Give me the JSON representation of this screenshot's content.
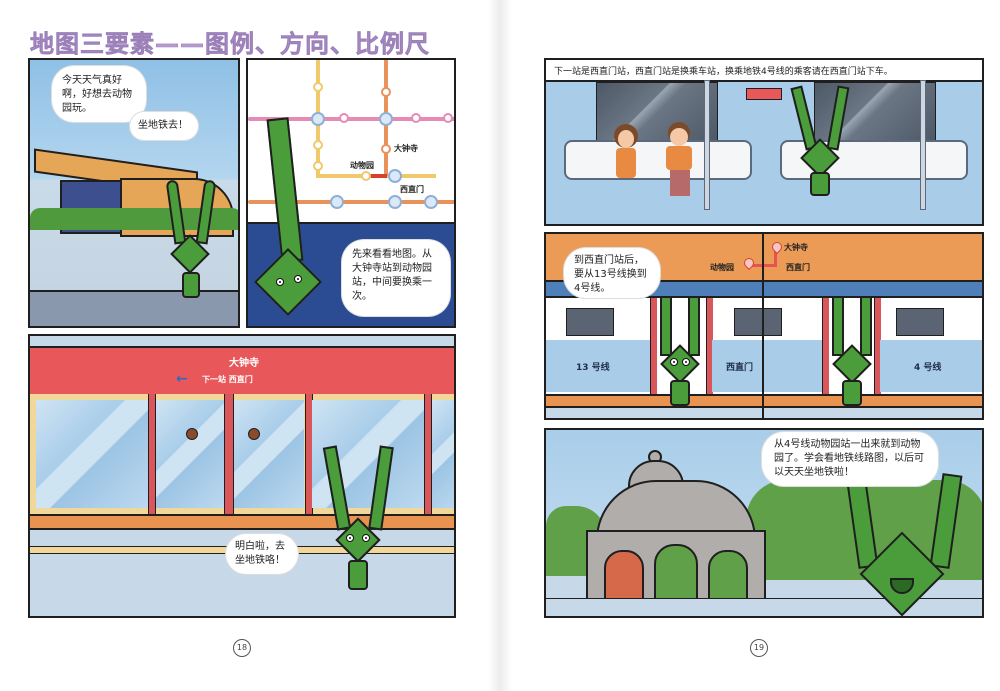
{
  "left_page": {
    "title": "地图三要素——图例、方向、比例尺",
    "page_number": "18",
    "panels": {
      "p1": {
        "bubble_1": "今天天气真好啊，好想去动物园玩。",
        "bubble_2": "坐地铁去！"
      },
      "p2": {
        "map_labels": {
          "station_a": "大钟寺",
          "station_b": "动物园",
          "station_c": "西直门"
        },
        "bubble": "先来看看地图。从大钟寺站到动物园站，中间要换乘一次。"
      },
      "p3": {
        "sign_station": "大钟寺",
        "sign_arrow": "arrow-left-icon",
        "sign_next": "下一站 西直门",
        "bubble": "明白啦，去坐地铁咯！"
      }
    }
  },
  "right_page": {
    "page_number": "19",
    "panels": {
      "p4": {
        "caption": "下一站是西直门站，西直门站是换乘车站，换乘地铁4号线的乘客请在西直门站下车。"
      },
      "p5": {
        "bubble": "到西直门站后，要从13号线换到4号线。",
        "map_labels": {
          "station_a": "大钟寺",
          "station_b": "动物园",
          "station_c": "西直门"
        },
        "sign_left": "13 号线",
        "sign_middle": "西直门",
        "sign_right": "4 号线"
      },
      "p6": {
        "bubble": "从4号线动物园站一出来就到动物园了。学会看地铁线路图，以后可以天天坐地铁啦！"
      }
    }
  },
  "colors": {
    "title": "#b79cd2",
    "sprout_green": "#4a9d3a",
    "station_red": "#e8585a",
    "platform_orange": "#e8934f",
    "sky_blue": "#a9cde9",
    "dark_blue": "#2b4b93"
  }
}
